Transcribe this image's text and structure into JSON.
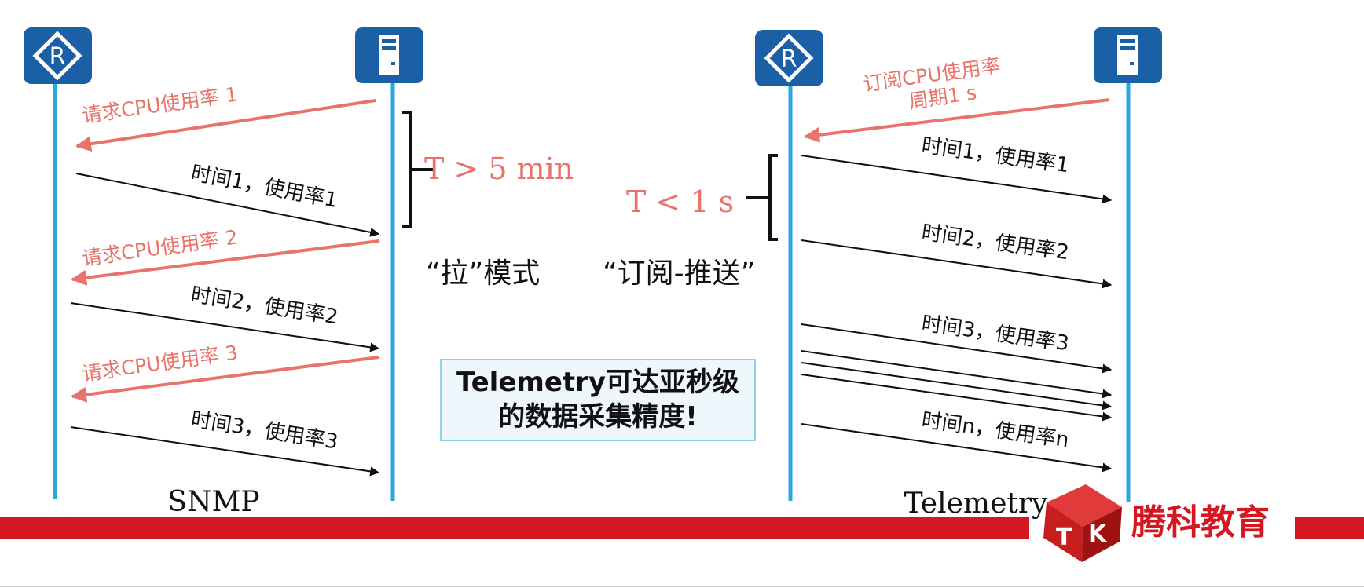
{
  "snmp": {
    "label": "SNMP",
    "mode": "“拉”模式",
    "interval": "T > 5 min",
    "requests": [
      "请求CPU使用率 1",
      "请求CPU使用率 2",
      "请求CPU使用率 3"
    ],
    "responses": [
      "时间1，使用率1",
      "时间2，使用率2",
      "时间3，使用率3"
    ]
  },
  "telemetry": {
    "label": "Telemetry",
    "mode": "“订阅-推送”",
    "interval": "T < 1 s",
    "subscribe_line1": "订阅CPU使用率",
    "subscribe_line2": "周期1 s",
    "responses": [
      "时间1，使用率1",
      "时间2，使用率2",
      "时间3，使用率3",
      "时间n，使用率n"
    ]
  },
  "callout": {
    "line1": "Telemetry可达亚秒级",
    "line2": "的数据采集精度!"
  },
  "brand": {
    "name": "腾科教育"
  },
  "icons": {
    "router": "router-icon",
    "server": "server-icon",
    "logo": "tk-logo-icon"
  },
  "colors": {
    "lifeline": "#29a8dc",
    "device": "#1b5fa6",
    "request": "#e8736a",
    "response": "#111111",
    "brand_red": "#d41720",
    "callout_bg": "#eef8fc",
    "callout_border": "#8fd3ea"
  }
}
